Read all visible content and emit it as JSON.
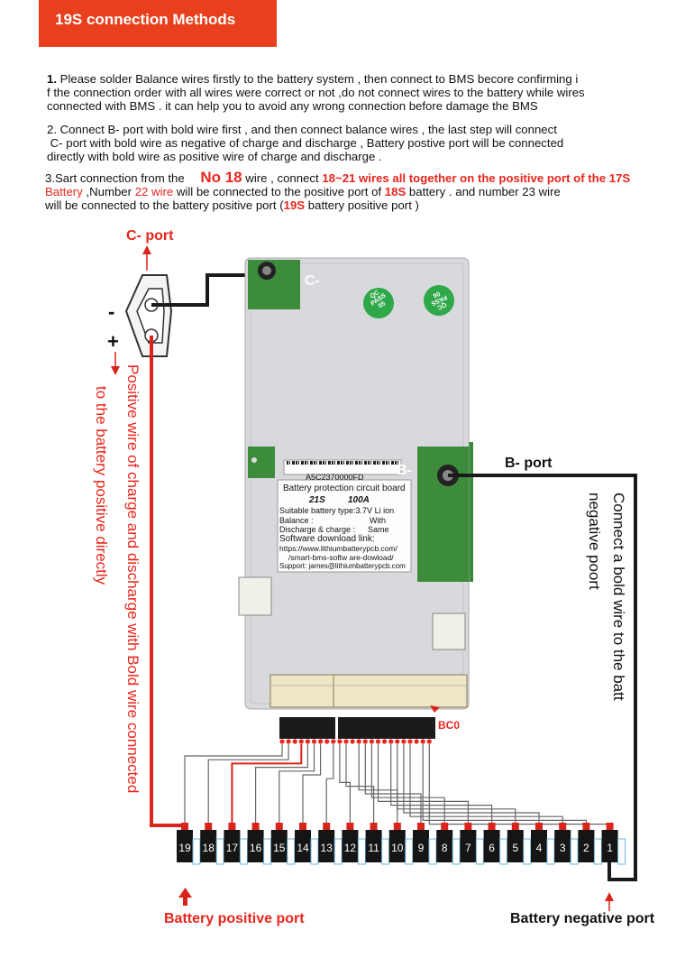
{
  "header": {
    "title": "19S connection Methods"
  },
  "instructions": {
    "p1_num": "1.",
    "p1_lines": [
      " Please solder Balance wires firstly to the battery system , then connect to BMS becore confirming i",
      "f the connection order with all wires were correct or not ,do not connect wires to the battery while wires",
      "connected with BMS . it can help you to avoid any wrong connection before damage the BMS"
    ],
    "p2_lines": [
      "2. Connect B- port with bold wire first , and then connect balance wires , the last step will connect",
      " C- port with bold wire as negative of charge and discharge , Battery postive port will be connected",
      "directly with bold wire as positive wire of charge and discharge ."
    ],
    "p3_a": "3.Sart connection from the ",
    "p3_no18": "No 18",
    "p3_b": "  wire , connect ",
    "p3_range": "18~21",
    "p3_c": " wires all together on the positive port of the ",
    "p3_17s": "17S",
    "p3_battery": "Battery",
    "p3_d": " ,Number ",
    "p3_22": "22 wire",
    "p3_e": " will be connected to the positive port of ",
    "p3_18s": "18S",
    "p3_f": " battery . and number 23 wire",
    "p3_g": "will be connected to the battery positive port (",
    "p3_19s": "19S",
    "p3_h": "  battery positive port )"
  },
  "labels": {
    "c_port": "C- port",
    "b_port": "B- port",
    "minus": "-",
    "plus": "+",
    "battery_positive": "Battery positive port",
    "battery_negative": "Battery negative port",
    "bc0": "BC0",
    "positive_wire_line1": "Positive wire of charge and discharge with Bold wire connected",
    "positive_wire_line2": "to the battery positive directly",
    "bold_wire_line1": "Connect a bold wire to the batt",
    "bold_wire_line2": "negative poort"
  },
  "board": {
    "silk_c": "C-",
    "silk_b": "B-",
    "serial": "A5C2370000FD",
    "pass1": "QC PASS 05",
    "pass2": "QC PASS 06",
    "label_title": "Battery protection circuit board",
    "label_spec_s": "21S",
    "label_spec_a": "100A",
    "type_line": "Suitable battery type:3.7V Li ion",
    "balance_key": "Balance :",
    "balance_val": "With",
    "discharge_key": "Discharge & charge :",
    "discharge_val": "Same",
    "software": "Software download link:",
    "url1": "https://www.lithiumbatterypcb.com/",
    "url2": "/smart-bms-softw are-dowload/",
    "support": "Support: james@lithiumbatterypcb.com"
  },
  "cells": [
    "19",
    "18",
    "17",
    "16",
    "15",
    "14",
    "13",
    "12",
    "11",
    "10",
    "9",
    "8",
    "7",
    "6",
    "5",
    "4",
    "3",
    "2",
    "1"
  ],
  "colors": {
    "accent": "#e8401c",
    "red": "#e8261c",
    "wire_red": "#d9241a",
    "wire_black": "#1a1a1a",
    "balance_wire": "#666666"
  }
}
